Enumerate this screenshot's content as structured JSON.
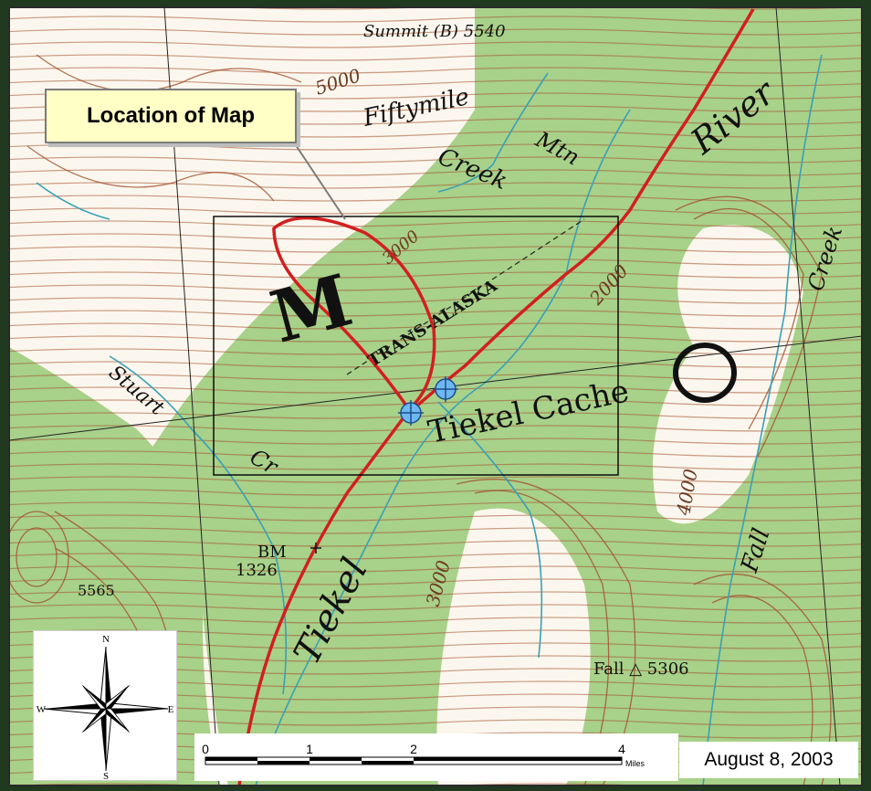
{
  "map": {
    "callout_label": "Location of Map",
    "date": "August 8, 2003",
    "labels": {
      "river_main": "Tiekel",
      "river_top": "River",
      "place": "Tiekel Cache",
      "creek_fiftymile": "Fiftymile",
      "creek_fiftymile_2": "Creek",
      "mtn_abbrev": "Mtn",
      "creek_right": "Creek",
      "fall": "Fall",
      "pipeline": "TRANS-ALASKA",
      "creek_cr": "Cr",
      "creek_left": "Stuart",
      "benchmark": "BM",
      "benchmark_elev": "1326",
      "elev_5000": "5000",
      "elev_3000_a": "3000",
      "elev_2000": "2000",
      "elev_4000": "4000",
      "elev_3000_b": "3000",
      "spot_5565": "5565",
      "fall_spot": "Fall △ 5306",
      "summit": "Summit (B) 5540",
      "big_letter": "M"
    },
    "colors": {
      "vegetation": "#a8d18a",
      "open_ground": "#fbf7ee",
      "contour": "#a2502c",
      "road": "#d21f1f",
      "water": "#3aa0b4",
      "marker": "#6fb7f2"
    }
  },
  "compass": {
    "north": "N",
    "south": "S",
    "east": "E",
    "west": "W"
  },
  "scalebar": {
    "ticks": [
      "0",
      "1",
      "2",
      "4"
    ],
    "units": "Miles"
  }
}
